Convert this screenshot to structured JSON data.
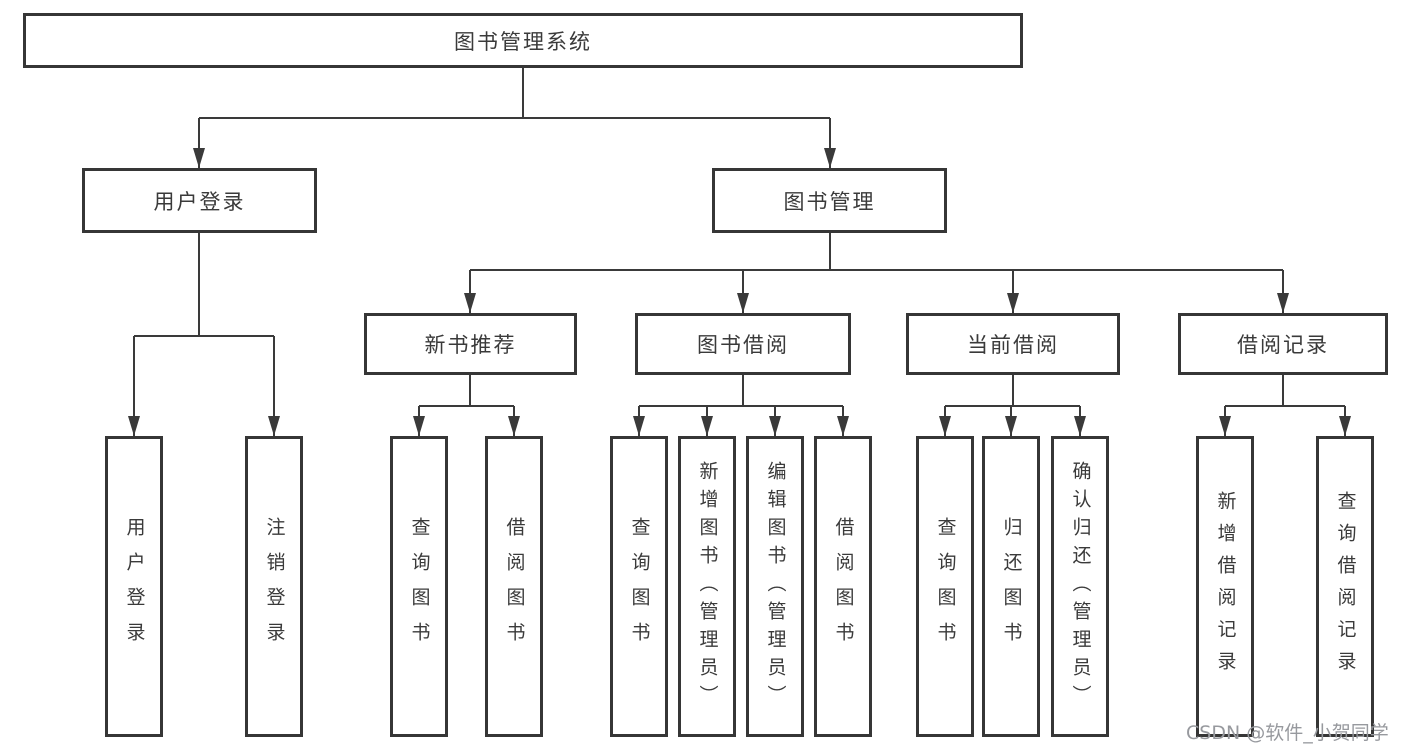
{
  "diagram_title": "图书管理系统",
  "tree": {
    "label": "图书管理系统",
    "children": [
      {
        "label": "用户登录",
        "children": [
          {
            "label": "用户登录"
          },
          {
            "label": "注销登录"
          }
        ]
      },
      {
        "label": "图书管理",
        "children": [
          {
            "label": "新书推荐",
            "children": [
              {
                "label": "查询图书"
              },
              {
                "label": "借阅图书"
              }
            ]
          },
          {
            "label": "图书借阅",
            "children": [
              {
                "label": "查询图书"
              },
              {
                "label": "新增图书（管理员）"
              },
              {
                "label": "编辑图书（管理员）"
              },
              {
                "label": "借阅图书"
              }
            ]
          },
          {
            "label": "当前借阅",
            "children": [
              {
                "label": "查询图书"
              },
              {
                "label": "归还图书"
              },
              {
                "label": "确认归还（管理员）"
              }
            ]
          },
          {
            "label": "借阅记录",
            "children": [
              {
                "label": "新增借阅记录"
              },
              {
                "label": "查询借阅记录"
              }
            ]
          }
        ]
      }
    ]
  },
  "watermark": "CSDN @软件_小贺同学",
  "colors": {
    "line": "#3a3a3a",
    "box_border": "#363636",
    "text": "#3a3a3a",
    "background": "#ffffff",
    "watermark": "#97999e"
  }
}
